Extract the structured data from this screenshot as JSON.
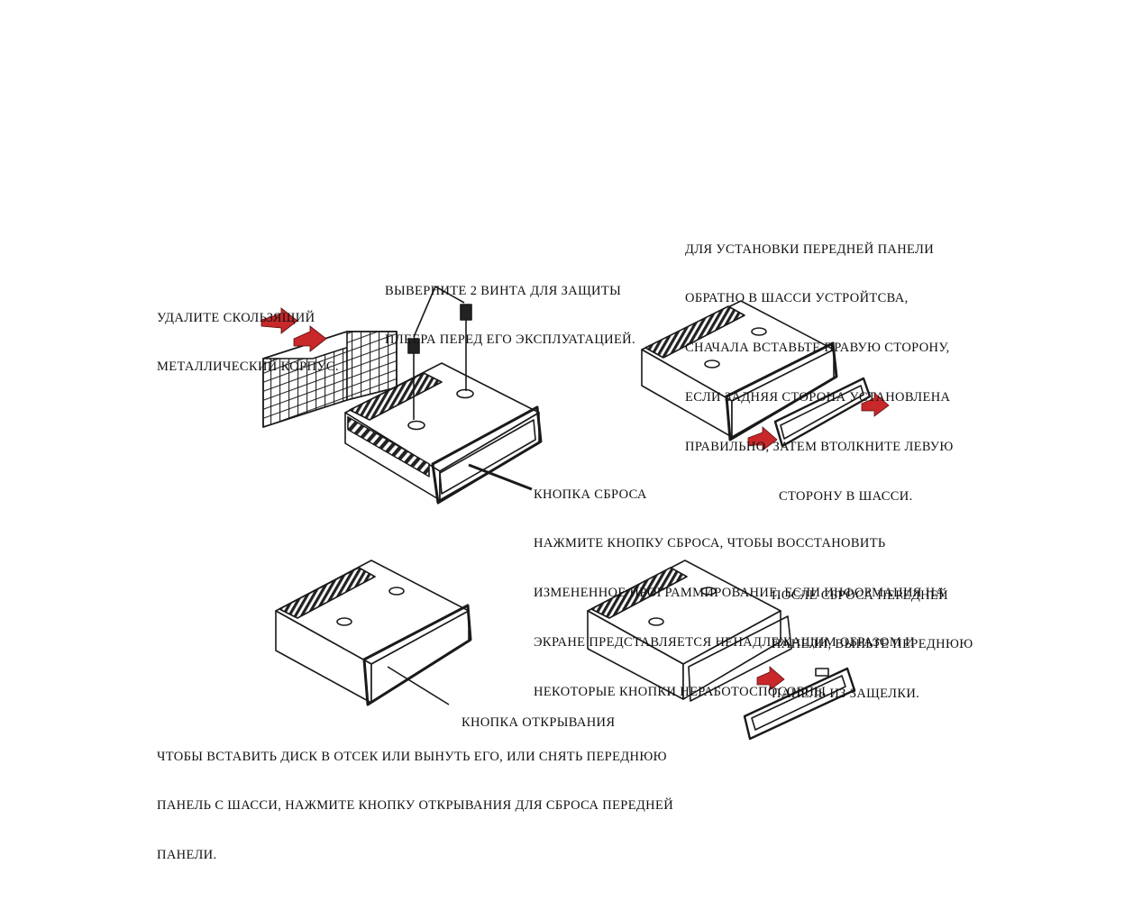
{
  "captions": {
    "remove_sleeve": [
      "УДАЛИТЕ СКОЛЬЗЯЩИЙ",
      "МЕТАЛЛИЧЕСКИЙ КОРПУС."
    ],
    "screws": [
      "ВЫВЕРНИТЕ 2 ВИНТА ДЛЯ ЗАЩИТЫ",
      "ПЛЕЕРА ПЕРЕД ЕГО ЭКСПЛУАТАЦИЕЙ."
    ],
    "install_panel": [
      "ДЛЯ УСТАНОВКИ ПЕРЕДНЕЙ ПАНЕЛИ",
      "ОБРАТНО В ШАССИ УСТРОЙТСВА,",
      "СНАЧАЛА ВСТАВЬТЕ ПРАВУЮ СТОРОНУ,",
      "ЕСЛИ ЗАДНЯЯ СТОРОНА УСТАНОВЛЕНА",
      "ПРАВИЛЬНО, ЗАТЕМ ВТОЛКНИТЕ ЛЕВУЮ",
      "СТОРОНУ В ШАССИ."
    ],
    "reset": [
      "КНОПКА СБРОСА",
      "НАЖМИТЕ КНОПКУ СБРОСА, ЧТОБЫ ВОССТАНОВИТЬ",
      "ИЗМЕНЕННОЕ ПРОГРАММИРОВАНИЕ, ЕСЛИ ИНФОРМАЦИЯ НА",
      "ЭКРАНЕ ПРЕДСТАВЛЯЕТСЯ НЕНАДЛЕЖАЩИМ ОБРАЗОМ И",
      "НЕКОТОРЫЕ КНОПКИ НЕРАБОТОСПОСОБНЫ."
    ],
    "after_reset": [
      "ПОСЛЕ СБРОСА ПЕРЕДНЕЙ",
      "ПАНЕЛИ, ВЫНЬТЕ ПЕРЕДНЮЮ",
      "ПАНЕЛЬ ИЗ ЗАЩЕЛКИ."
    ],
    "open_button": [
      "КНОПКА ОТКРЫВАНИЯ"
    ],
    "insert_disc": [
      "ЧТОБЫ ВСТАВИТЬ ДИСК В ОТСЕК ИЛИ ВЫНУТЬ ЕГО, ИЛИ СНЯТЬ ПЕРЕДНЮЮ",
      "ПАНЕЛЬ С ШАССИ, НАЖМИТЕ КНОПКУ ОТКРЫВАНИЯ ДЛЯ СБРОСА ПЕРЕДНЕЙ",
      "ПАНЕЛИ."
    ]
  },
  "colors": {
    "arrow": "#c8282a",
    "line": "#1a1a1a"
  }
}
